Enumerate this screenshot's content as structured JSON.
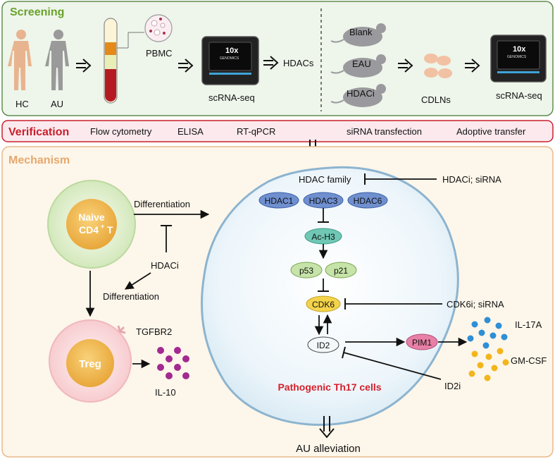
{
  "screening": {
    "title": "Screening",
    "hc_label": "HC",
    "au_label": "AU",
    "pbmc_label": "PBMC",
    "seq_label_1": "scRNA-seq",
    "seq_label_2": "scRNA-seq",
    "hdacs_label": "HDACs",
    "mouse_labels": [
      "Blank",
      "EAU",
      "HDACi"
    ],
    "cdlns_label": "CDLNs",
    "device_brand": "10x",
    "device_sub": "GENOMICS"
  },
  "verification": {
    "title": "Verification",
    "items": [
      "Flow cytometry",
      "ELISA",
      "RT-qPCR",
      "siRNA transfection",
      "Adoptive transfer"
    ]
  },
  "mechanism": {
    "title": "Mechanism",
    "naive_line1": "Naive",
    "naive_line2": "CD4",
    "naive_sup": "+",
    "naive_t": " T",
    "differentiation_top": "Differentiation",
    "differentiation_bottom": "Differentiation",
    "hdaci_center": "HDACi",
    "treg_label": "Treg",
    "tgfbr2_label": "TGFBR2",
    "il10_label": "IL-10",
    "hdac_family": "HDAC family",
    "hdac_inhibitor": "HDACi; siRNA",
    "hdac_nodes": [
      "HDAC1",
      "HDAC3",
      "HDAC6"
    ],
    "ac_h3": "Ac-H3",
    "p53": "p53",
    "p21": "p21",
    "cdk6": "CDK6",
    "cdk6_inhibitor": "CDK6i; siRNA",
    "id2": "ID2",
    "id2_inhibitor": "ID2i",
    "pim1": "PIM1",
    "il17a": "IL-17A",
    "gmcsf": "GM-CSF",
    "cell_label": "Pathogenic Th17 cells",
    "outcome": "AU alleviation"
  },
  "colors": {
    "screening_title": "#6aa22c",
    "verification_title": "#c8202c",
    "mechanism_title": "#e6a86e",
    "screening_bg": "#eef5ea",
    "verification_bg": "#fbe9ee",
    "mechanism_bg": "#fdf6ea",
    "hdac_node": "#6f8fcf",
    "cdk6": "#f3d34a",
    "pim1": "#e87fa6",
    "cell_label": "#d5202c"
  }
}
